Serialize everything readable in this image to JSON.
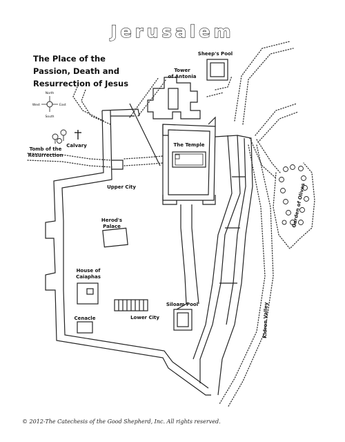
{
  "title": "Jerusalem",
  "subtitle_lines": [
    "The Place of the",
    "Passion, Death and",
    "Resurrection of Jesus"
  ],
  "compass": {
    "north": "North",
    "south": "South",
    "east": "East",
    "west": "West"
  },
  "labels": {
    "sheeps_pool": "Sheep's Pool",
    "tower_line1": "Tower",
    "tower_line2": "of Antonia",
    "calvary": "Calvary",
    "tomb_line1": "Tomb of the",
    "tomb_line2": "Resurrection",
    "temple": "The Temple",
    "upper_city": "Upper City",
    "herods_line1": "Herod's",
    "herods_line2": "Palace",
    "caiaphas_line1": "House of",
    "caiaphas_line2": "Caiaphas",
    "cenacle": "Cenacle",
    "lower_city": "Lower City",
    "siloam_pool": "Siloam Pool",
    "kidron_valley": "Kidron Valley",
    "garden_of_olives": "Garden of Olives"
  },
  "footer": "© 2012-The Catechesis of the Good Shepherd, Inc.  All rights reserved."
}
